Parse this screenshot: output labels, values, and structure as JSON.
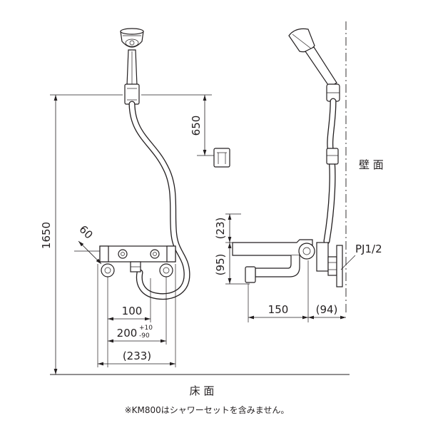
{
  "front": {
    "dim_1650": "1650",
    "dim_650": "650",
    "dim_60": "60",
    "dim_100": "100",
    "dim_200": "200",
    "tol_plus": "+10",
    "tol_minus": "-90",
    "dim_233": "(233)"
  },
  "side": {
    "dim_23": "(23)",
    "dim_95": "(95)",
    "dim_150": "150",
    "dim_94": "(94)",
    "pipe_thread": "PJ1/2",
    "wall": "壁 面"
  },
  "floor": "床 面",
  "note": "※KM800はシャワーセットを含みません。",
  "colors": {
    "line": "#231f20",
    "background": "#ffffff"
  }
}
